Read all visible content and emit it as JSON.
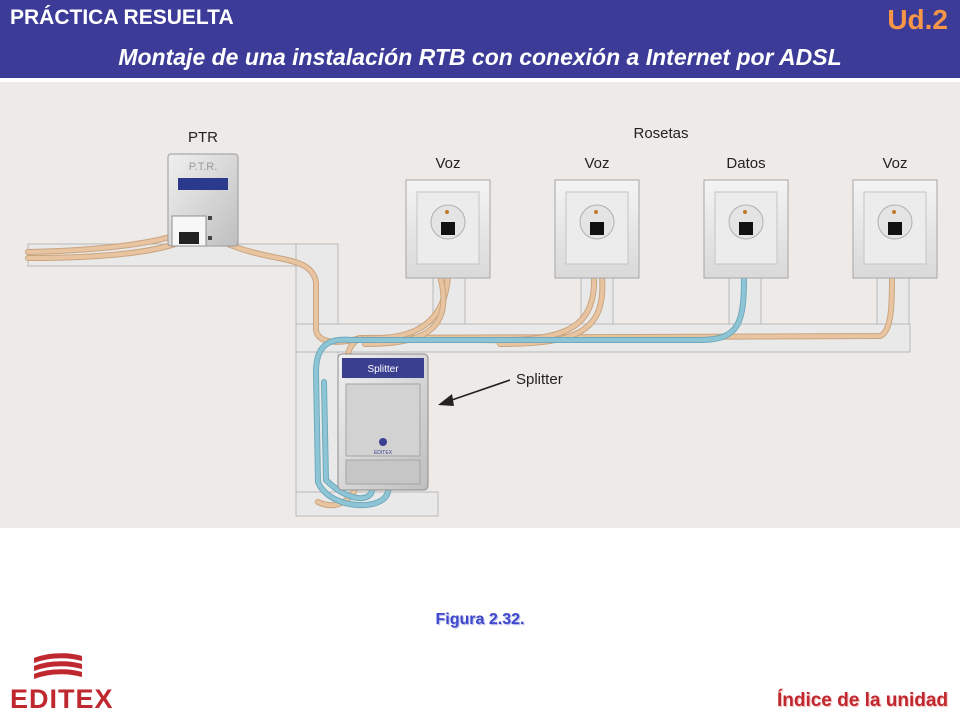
{
  "header": {
    "kicker": "PRÁCTICA RESUELTA",
    "unit": "Ud.2",
    "subtitle": "Montaje de una instalación RTB con conexión a Internet por ADSL"
  },
  "diagram": {
    "ptr_label": "PTR",
    "ptr_face": "P.T.R.",
    "sockets_group_label": "Rosetas",
    "sockets": [
      "Voz",
      "Voz",
      "Datos",
      "Voz"
    ],
    "splitter_label": "Splitter",
    "splitter_face": "Splitter",
    "splitter_brand": "EDITEX"
  },
  "caption": "Figura 2.32.",
  "footer": {
    "brand": "EDITEX",
    "index_link": "Índice de la unidad"
  },
  "colors": {
    "header_bg": "#3d3b98",
    "unit_accent": "#f79646",
    "cable_voice": "#e8c4a0",
    "cable_data": "#8ec5d6",
    "brand_red": "#c0282f"
  }
}
